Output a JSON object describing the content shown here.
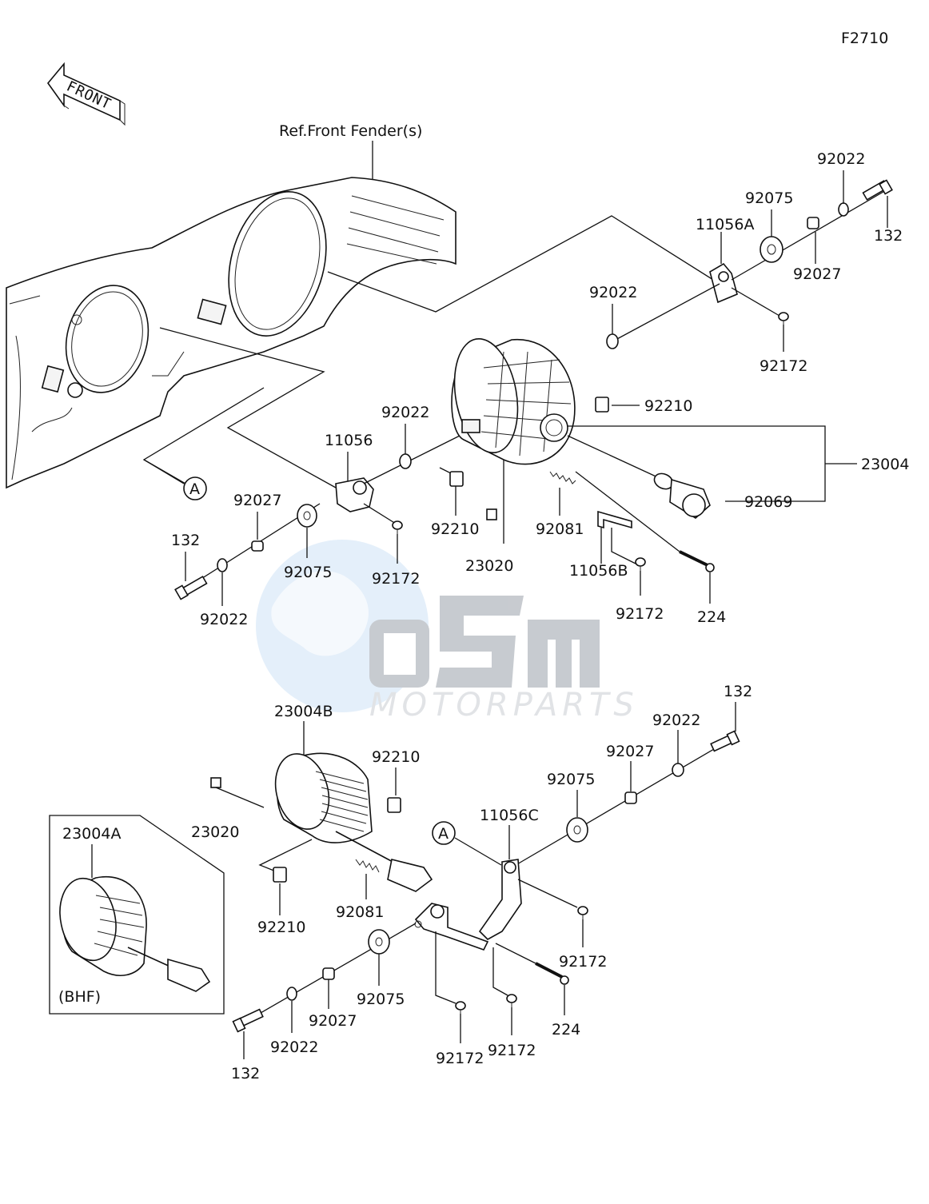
{
  "figure_code": "F2710",
  "reference_note": "Ref.Front Fender(s)",
  "front_arrow": "FRONT",
  "watermark": {
    "mark": "OSM",
    "brand": "MOTORPARTS"
  },
  "parts": {
    "p_11056A": "11056A",
    "p_92022_top": "92022",
    "p_92075_top": "92075",
    "p_132_top": "132",
    "p_92027_top": "92027",
    "p_92022_mid": "92022",
    "p_92172_a": "92172",
    "p_92210_a": "92210",
    "p_23004": "23004",
    "p_92069": "92069",
    "p_92022_l": "92022",
    "p_11056": "11056",
    "p_92027_l": "92027",
    "p_132_l": "132",
    "p_92075_l": "92075",
    "p_92172_l": "92172",
    "p_92022_l2": "92022",
    "p_92210_b": "92210",
    "p_23020_a": "23020",
    "p_92081_a": "92081",
    "p_11056B": "11056B",
    "p_92172_b": "92172",
    "p_224_a": "224",
    "p_23004B": "23004B",
    "p_92210_c": "92210",
    "p_23020_b": "23020",
    "p_92210_d": "92210",
    "p_92081_b": "92081",
    "p_132_br": "132",
    "p_92022_br": "92022",
    "p_92027_br": "92027",
    "p_92075_br": "92075",
    "p_11056C": "11056C",
    "p_92172_c": "92172",
    "p_224_b": "224",
    "p_92075_bl": "92075",
    "p_92027_bl": "92027",
    "p_92022_bl": "92022",
    "p_132_bl": "132",
    "p_92172_d": "92172",
    "p_92172_e": "92172",
    "p_23004A": "23004A",
    "p_bhf": "(BHF)"
  },
  "callouts": {
    "ref_a_top": "A",
    "ref_a_bottom": "A"
  }
}
